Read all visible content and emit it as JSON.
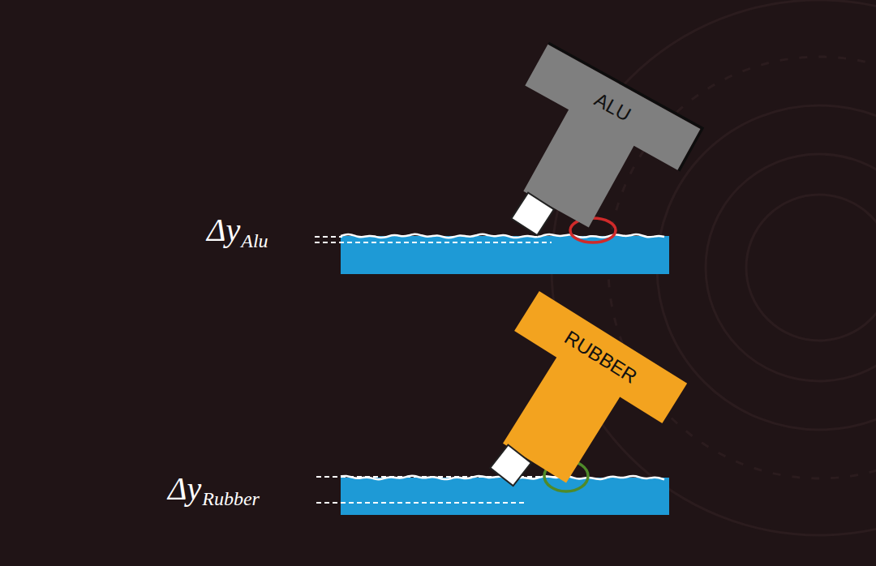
{
  "diagram": {
    "nodes": [
      {
        "text": [
          "ALU"
        ]
      },
      {
        "text": [
          "RUBBER"
        ]
      }
    ],
    "labels": [
      "Δy",
      "Alu",
      "Δy",
      "Rubber"
    ]
  }
}
